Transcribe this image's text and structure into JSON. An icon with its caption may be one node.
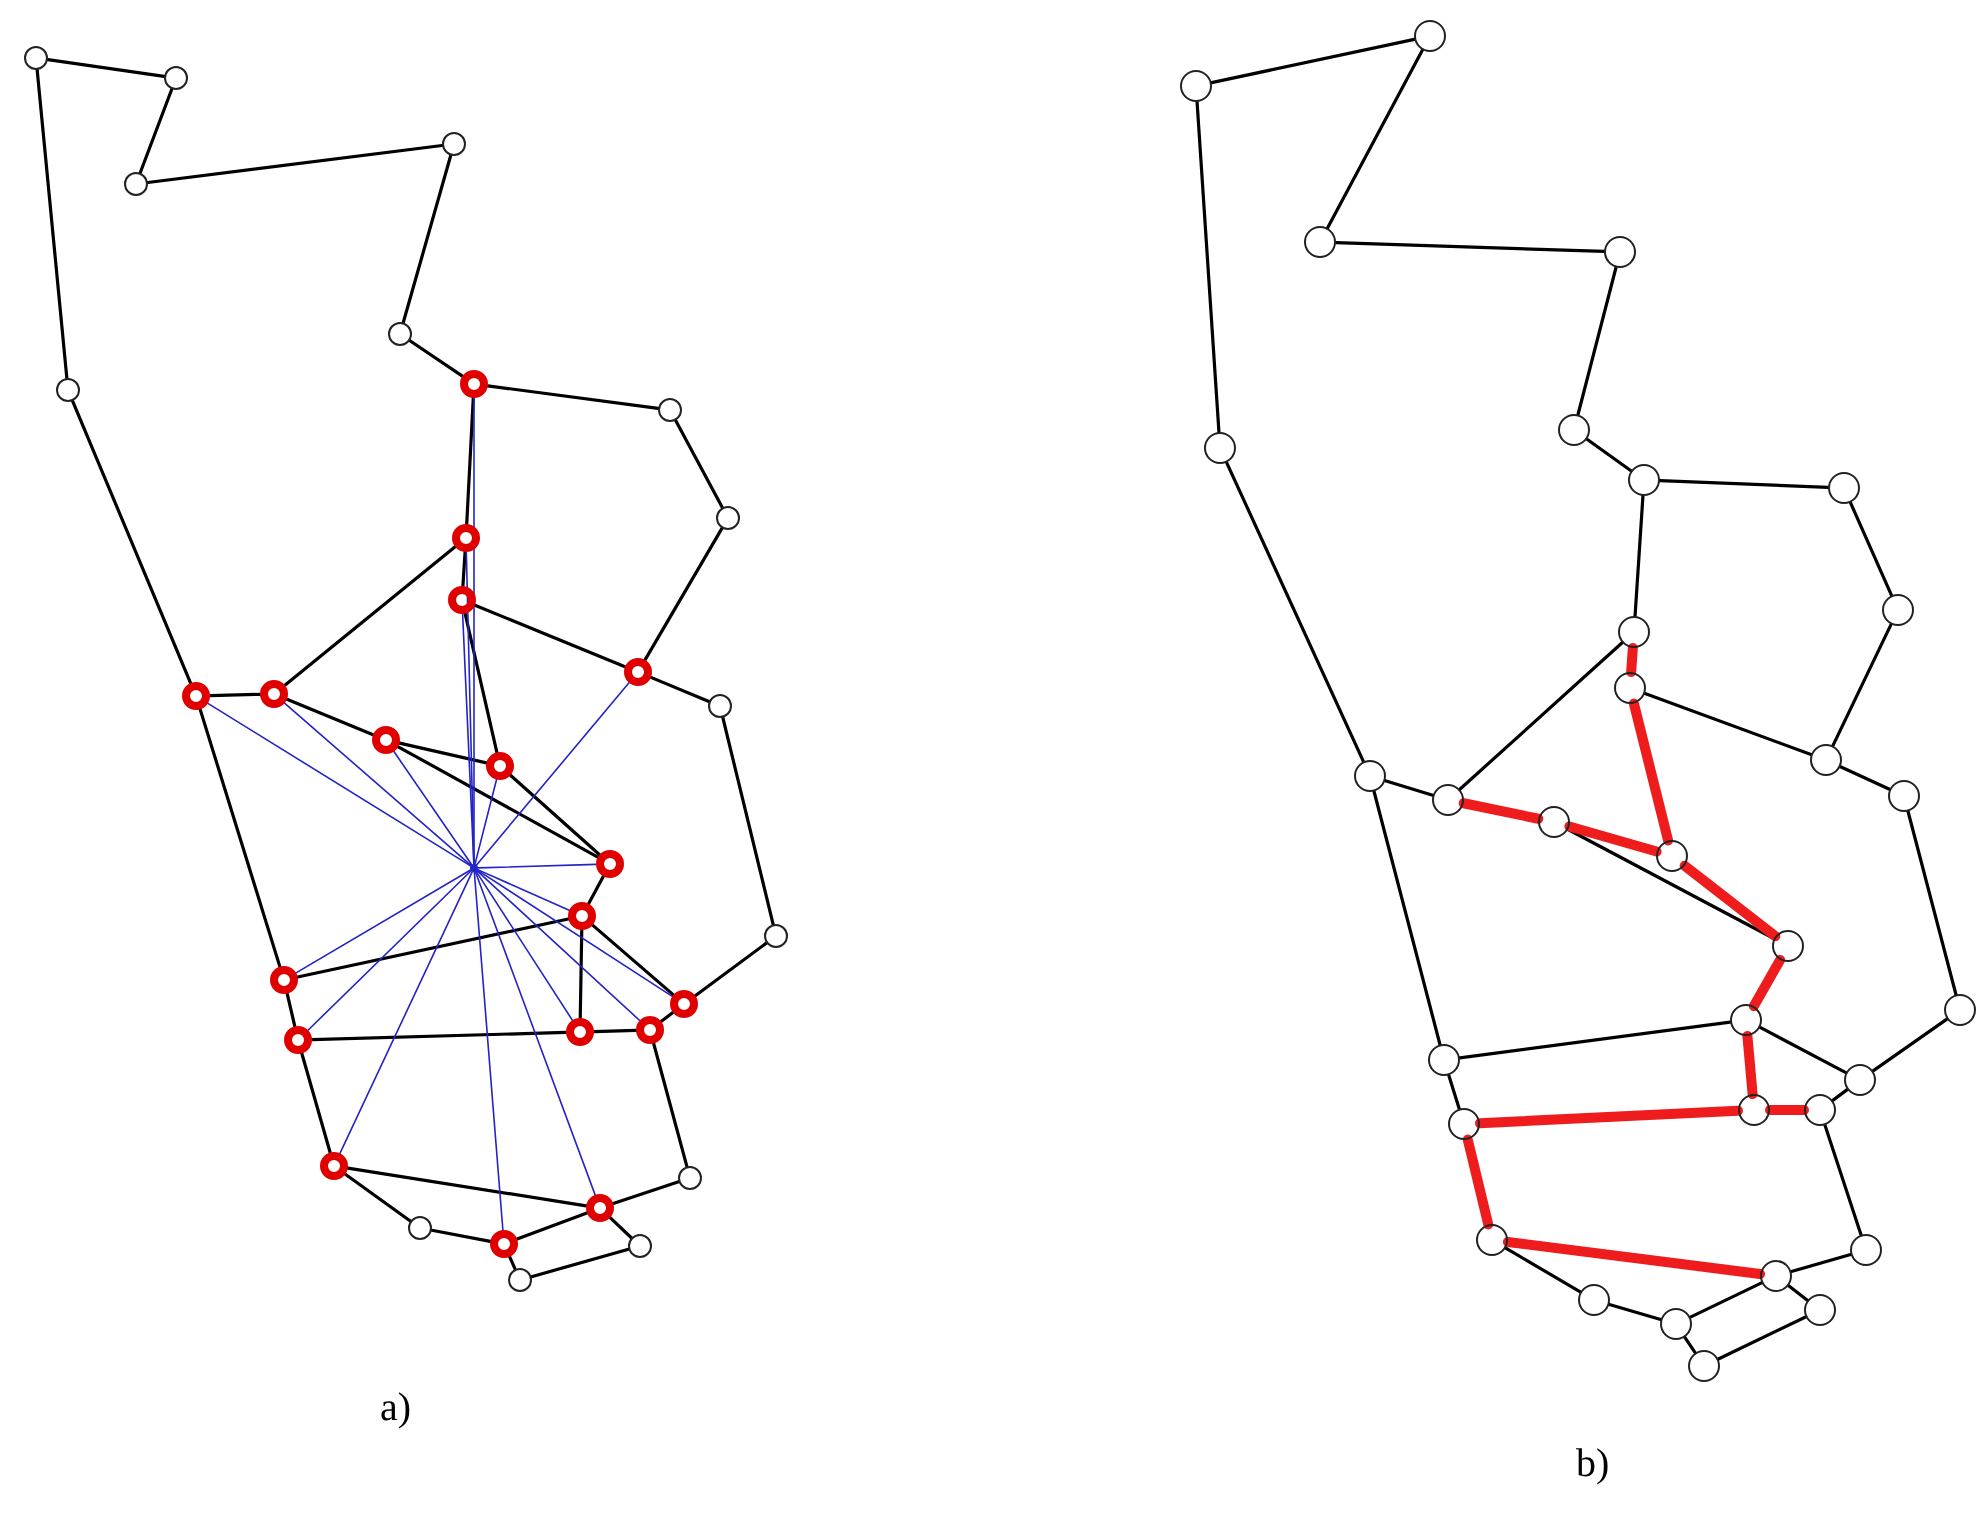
{
  "diagram": {
    "nodes": [
      {
        "text": [],
        "shape": "circle"
      },
      {
        "text": [],
        "shape": "circle"
      },
      {
        "text": [],
        "shape": "circle"
      },
      {
        "text": [],
        "shape": "circle"
      },
      {
        "text": [],
        "shape": "circle"
      },
      {
        "text": [],
        "shape": "dot"
      },
      {
        "text": [],
        "shape": "circle"
      },
      {
        "text": [],
        "shape": "circle"
      },
      {
        "text": [],
        "shape": "circle"
      },
      {
        "text": [],
        "shape": "dot"
      },
      {
        "text": [],
        "shape": "dot"
      },
      {
        "text": [],
        "shape": "dot"
      },
      {
        "text": [],
        "shape": "dot"
      },
      {
        "text": [],
        "shape": "dot"
      },
      {
        "text": [],
        "shape": "circle"
      },
      {
        "text": [],
        "shape": "dot"
      },
      {
        "text": [],
        "shape": "dot"
      },
      {
        "text": [],
        "shape": "dot"
      },
      {
        "text": [],
        "shape": "dot"
      },
      {
        "text": [],
        "shape": "circle"
      },
      {
        "text": [],
        "shape": "dot"
      },
      {
        "text": [],
        "shape": "dot"
      },
      {
        "text": [],
        "shape": "dot"
      },
      {
        "text": [],
        "shape": "dot"
      },
      {
        "text": [],
        "shape": "dot"
      },
      {
        "text": [],
        "shape": "dot"
      },
      {
        "text": [],
        "shape": "circle"
      },
      {
        "text": [],
        "shape": "circle"
      },
      {
        "text": [],
        "shape": "dot"
      },
      {
        "text": [],
        "shape": "dot"
      },
      {
        "text": [],
        "shape": "circle"
      },
      {
        "text": [],
        "shape": "circle"
      },
      {
        "text": [],
        "shape": "point"
      },
      {
        "text": [],
        "shape": "circle"
      },
      {
        "text": [],
        "shape": "circle"
      },
      {
        "text": [],
        "shape": "circle"
      },
      {
        "text": [],
        "shape": "circle"
      },
      {
        "text": [],
        "shape": "circle"
      },
      {
        "text": [],
        "shape": "circle"
      },
      {
        "text": [],
        "shape": "circle"
      },
      {
        "text": [],
        "shape": "circle"
      },
      {
        "text": [],
        "shape": "circle"
      },
      {
        "text": [],
        "shape": "circle"
      },
      {
        "text": [],
        "shape": "circle"
      },
      {
        "text": [],
        "shape": "circle"
      },
      {
        "text": [],
        "shape": "circle"
      },
      {
        "text": [],
        "shape": "circle"
      },
      {
        "text": [],
        "shape": "circle"
      },
      {
        "text": [],
        "shape": "circle"
      },
      {
        "text": [],
        "shape": "circle"
      },
      {
        "text": [],
        "shape": "circle"
      },
      {
        "text": [],
        "shape": "circle"
      },
      {
        "text": [],
        "shape": "circle"
      },
      {
        "text": [],
        "shape": "circle"
      },
      {
        "text": [],
        "shape": "circle"
      },
      {
        "text": [],
        "shape": "circle"
      },
      {
        "text": [],
        "shape": "circle"
      },
      {
        "text": [],
        "shape": "circle"
      },
      {
        "text": [],
        "shape": "circle"
      },
      {
        "text": [],
        "shape": "circle"
      },
      {
        "text": [],
        "shape": "circle"
      },
      {
        "text": [],
        "shape": "circle"
      },
      {
        "text": [],
        "shape": "circle"
      },
      {
        "text": [],
        "shape": "circle"
      },
      {
        "text": [],
        "shape": "circle"
      }
    ],
    "edges": [
      {
        "from": 0,
        "to": 1,
        "arrow": "none"
      },
      {
        "from": 1,
        "to": 2,
        "arrow": "none"
      },
      {
        "from": 2,
        "to": 3,
        "arrow": "none"
      },
      {
        "from": 3,
        "to": 4,
        "arrow": "none"
      },
      {
        "from": 4,
        "to": 5,
        "arrow": "none"
      },
      {
        "from": 5,
        "to": 6,
        "arrow": "none"
      },
      {
        "from": 6,
        "to": 7,
        "arrow": "none"
      },
      {
        "from": 7,
        "to": 13,
        "arrow": "none"
      },
      {
        "from": 0,
        "to": 8,
        "arrow": "none"
      },
      {
        "from": 8,
        "to": 11,
        "arrow": "none"
      },
      {
        "from": 5,
        "to": 9,
        "arrow": "none"
      },
      {
        "from": 9,
        "to": 10,
        "arrow": "none"
      },
      {
        "from": 9,
        "to": 12,
        "arrow": "none"
      },
      {
        "from": 10,
        "to": 13,
        "arrow": "none"
      },
      {
        "from": 10,
        "to": 16,
        "arrow": "none"
      },
      {
        "from": 13,
        "to": 14,
        "arrow": "none"
      },
      {
        "from": 14,
        "to": 19,
        "arrow": "none"
      },
      {
        "from": 19,
        "to": 21,
        "arrow": "none"
      },
      {
        "from": 11,
        "to": 12,
        "arrow": "none"
      },
      {
        "from": 12,
        "to": 15,
        "arrow": "none"
      },
      {
        "from": 15,
        "to": 16,
        "arrow": "none"
      },
      {
        "from": 16,
        "to": 17,
        "arrow": "none"
      },
      {
        "from": 15,
        "to": 17,
        "arrow": "none"
      },
      {
        "from": 17,
        "to": 18,
        "arrow": "none"
      },
      {
        "from": 18,
        "to": 20,
        "arrow": "none"
      },
      {
        "from": 18,
        "to": 23,
        "arrow": "none"
      },
      {
        "from": 18,
        "to": 21,
        "arrow": "none"
      },
      {
        "from": 11,
        "to": 20,
        "arrow": "none"
      },
      {
        "from": 20,
        "to": 22,
        "arrow": "none"
      },
      {
        "from": 22,
        "to": 23,
        "arrow": "none"
      },
      {
        "from": 23,
        "to": 24,
        "arrow": "none"
      },
      {
        "from": 24,
        "to": 21,
        "arrow": "none"
      },
      {
        "from": 22,
        "to": 25,
        "arrow": "none"
      },
      {
        "from": 25,
        "to": 27,
        "arrow": "none"
      },
      {
        "from": 27,
        "to": 29,
        "arrow": "none"
      },
      {
        "from": 29,
        "to": 28,
        "arrow": "none"
      },
      {
        "from": 28,
        "to": 26,
        "arrow": "none"
      },
      {
        "from": 26,
        "to": 24,
        "arrow": "none"
      },
      {
        "from": 28,
        "to": 30,
        "arrow": "none"
      },
      {
        "from": 30,
        "to": 31,
        "arrow": "none"
      },
      {
        "from": 31,
        "to": 29,
        "arrow": "none"
      },
      {
        "from": 25,
        "to": 28,
        "arrow": "none"
      },
      {
        "from": 32,
        "to": 5,
        "arrow": "none",
        "color": "#2323c8"
      },
      {
        "from": 32,
        "to": 9,
        "arrow": "none",
        "color": "#2323c8"
      },
      {
        "from": 32,
        "to": 10,
        "arrow": "none",
        "color": "#2323c8"
      },
      {
        "from": 32,
        "to": 11,
        "arrow": "none",
        "color": "#2323c8"
      },
      {
        "from": 32,
        "to": 12,
        "arrow": "none",
        "color": "#2323c8"
      },
      {
        "from": 32,
        "to": 13,
        "arrow": "none",
        "color": "#2323c8"
      },
      {
        "from": 32,
        "to": 15,
        "arrow": "none",
        "color": "#2323c8"
      },
      {
        "from": 32,
        "to": 16,
        "arrow": "none",
        "color": "#2323c8"
      },
      {
        "from": 32,
        "to": 17,
        "arrow": "none",
        "color": "#2323c8"
      },
      {
        "from": 32,
        "to": 18,
        "arrow": "none",
        "color": "#2323c8"
      },
      {
        "from": 32,
        "to": 20,
        "arrow": "none",
        "color": "#2323c8"
      },
      {
        "from": 32,
        "to": 21,
        "arrow": "none",
        "color": "#2323c8"
      },
      {
        "from": 32,
        "to": 22,
        "arrow": "none",
        "color": "#2323c8"
      },
      {
        "from": 32,
        "to": 23,
        "arrow": "none",
        "color": "#2323c8"
      },
      {
        "from": 32,
        "to": 24,
        "arrow": "none",
        "color": "#2323c8"
      },
      {
        "from": 32,
        "to": 25,
        "arrow": "none",
        "color": "#2323c8"
      },
      {
        "from": 32,
        "to": 28,
        "arrow": "none",
        "color": "#2323c8"
      },
      {
        "from": 32,
        "to": 29,
        "arrow": "none",
        "color": "#2323c8"
      },
      {
        "from": 33,
        "to": 34,
        "arrow": "none"
      },
      {
        "from": 34,
        "to": 35,
        "arrow": "none"
      },
      {
        "from": 35,
        "to": 36,
        "arrow": "none"
      },
      {
        "from": 36,
        "to": 37,
        "arrow": "none"
      },
      {
        "from": 37,
        "to": 38,
        "arrow": "none"
      },
      {
        "from": 38,
        "to": 39,
        "arrow": "none"
      },
      {
        "from": 39,
        "to": 40,
        "arrow": "none"
      },
      {
        "from": 40,
        "to": 46,
        "arrow": "none"
      },
      {
        "from": 33,
        "to": 41,
        "arrow": "none"
      },
      {
        "from": 41,
        "to": 44,
        "arrow": "none"
      },
      {
        "from": 38,
        "to": 42,
        "arrow": "none"
      },
      {
        "from": 42,
        "to": 45,
        "arrow": "none"
      },
      {
        "from": 43,
        "to": 46,
        "arrow": "none"
      },
      {
        "from": 46,
        "to": 47,
        "arrow": "none"
      },
      {
        "from": 47,
        "to": 52,
        "arrow": "none"
      },
      {
        "from": 52,
        "to": 54,
        "arrow": "none"
      },
      {
        "from": 44,
        "to": 45,
        "arrow": "none"
      },
      {
        "from": 48,
        "to": 50,
        "arrow": "none"
      },
      {
        "from": 51,
        "to": 53,
        "arrow": "none"
      },
      {
        "from": 51,
        "to": 54,
        "arrow": "none"
      },
      {
        "from": 44,
        "to": 53,
        "arrow": "none"
      },
      {
        "from": 53,
        "to": 55,
        "arrow": "none"
      },
      {
        "from": 57,
        "to": 54,
        "arrow": "none"
      },
      {
        "from": 58,
        "to": 60,
        "arrow": "none"
      },
      {
        "from": 60,
        "to": 62,
        "arrow": "none"
      },
      {
        "from": 62,
        "to": 61,
        "arrow": "none"
      },
      {
        "from": 61,
        "to": 59,
        "arrow": "none"
      },
      {
        "from": 59,
        "to": 57,
        "arrow": "none"
      },
      {
        "from": 61,
        "to": 63,
        "arrow": "none"
      },
      {
        "from": 63,
        "to": 64,
        "arrow": "none"
      },
      {
        "from": 64,
        "to": 62,
        "arrow": "none"
      },
      {
        "from": 42,
        "to": 43,
        "arrow": "none",
        "style": "thick",
        "color": "#ee1c1c"
      },
      {
        "from": 43,
        "to": 49,
        "arrow": "none",
        "style": "thick",
        "color": "#ee1c1c"
      },
      {
        "from": 45,
        "to": 48,
        "arrow": "none",
        "style": "thick",
        "color": "#ee1c1c"
      },
      {
        "from": 48,
        "to": 49,
        "arrow": "none",
        "style": "thick",
        "color": "#ee1c1c"
      },
      {
        "from": 49,
        "to": 50,
        "arrow": "none",
        "style": "thick",
        "color": "#ee1c1c"
      },
      {
        "from": 50,
        "to": 51,
        "arrow": "none",
        "style": "thick",
        "color": "#ee1c1c"
      },
      {
        "from": 51,
        "to": 56,
        "arrow": "none",
        "style": "thick",
        "color": "#ee1c1c"
      },
      {
        "from": 55,
        "to": 56,
        "arrow": "none",
        "style": "thick",
        "color": "#ee1c1c"
      },
      {
        "from": 56,
        "to": 57,
        "arrow": "none",
        "style": "thick",
        "color": "#ee1c1c"
      },
      {
        "from": 55,
        "to": 58,
        "arrow": "none",
        "style": "thick",
        "color": "#ee1c1c"
      },
      {
        "from": 58,
        "to": 61,
        "arrow": "none",
        "style": "thick",
        "color": "#ee1c1c"
      }
    ],
    "labels": [
      "a)",
      "b)"
    ]
  }
}
